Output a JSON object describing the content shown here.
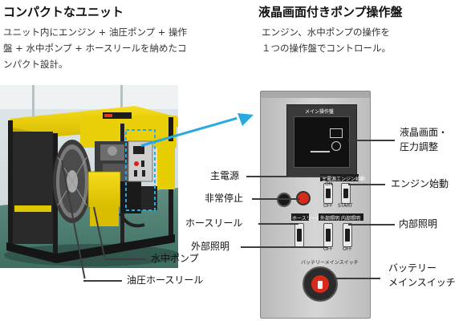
{
  "left_section": {
    "title": "コンパクトなユニット",
    "desc_line1": "ユニット内にエンジン + 油圧ポンプ + 操作",
    "desc_line2": "盤 + 水中ポンプ + ホースリールを納めたコ",
    "desc_line3": "ンパクト設計。",
    "labels": {
      "pump": "水中ポンプ",
      "reel": "油圧ホースリール"
    }
  },
  "right_section": {
    "title": "液晶画面付きポンプ操作盤",
    "desc_line1": "エンジン、水中ポンプの操作を",
    "desc_line2": "１つの操作盤でコントロール。",
    "labels": {
      "lcd_line1": "液晶画面・",
      "lcd_line2": "圧力調整",
      "main_power": "主電源",
      "emergency": "非常停止",
      "hose_reel": "ホースリール",
      "external_light": "外部照明",
      "engine_start": "エンジン始動",
      "internal_light": "内部照明",
      "battery_line1": "バッテリー",
      "battery_line2": "メインスイッチ"
    },
    "panel_text": {
      "screen_title": "メイン操作盤",
      "main_power": "主電源",
      "engine": "エンジン始動",
      "start": "START",
      "on": "ON",
      "off": "OFF",
      "hose": "ホースリール",
      "ext_light": "外部照明",
      "int_light": "内部照明",
      "battery": "バッテリーメインスイッチ"
    }
  },
  "colors": {
    "accent_arrow": "#28a9e0",
    "unit_yellow": "#f2d400",
    "panel_steel": "#c9c9c9"
  }
}
